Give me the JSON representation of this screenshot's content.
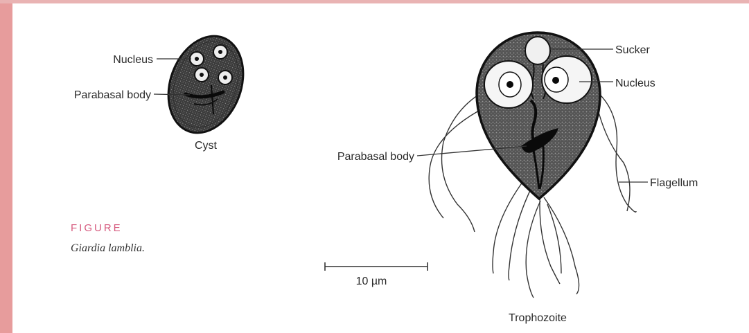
{
  "figure": {
    "tag": "FIGURE",
    "caption": "Giardia lamblia."
  },
  "cyst": {
    "title": "Cyst",
    "labels": {
      "nucleus": "Nucleus",
      "parabasal_body": "Parabasal body"
    }
  },
  "trophozoite": {
    "title": "Trophozoite",
    "labels": {
      "sucker": "Sucker",
      "nucleus": "Nucleus",
      "parabasal_body": "Parabasal body",
      "flagellum": "Flagellum"
    }
  },
  "scale_bar": {
    "label": "10 µm"
  },
  "colors": {
    "left_bar": "#e79c9c",
    "top_border": "#e9b3b3",
    "figure_tag": "#d65a7e"
  }
}
